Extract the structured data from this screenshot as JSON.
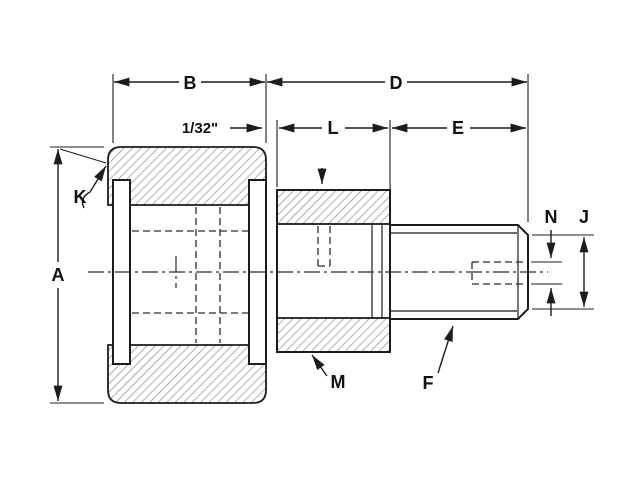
{
  "diagram": {
    "description": "Cam follower (stud-type track roller) cross-section engineering drawing with dimension callouts",
    "labels": {
      "A": "A",
      "B": "B",
      "D": "D",
      "E": "E",
      "L": "L",
      "K": "K",
      "M": "M",
      "F": "F",
      "N": "N",
      "J": "J",
      "gap": "1/32\""
    }
  }
}
